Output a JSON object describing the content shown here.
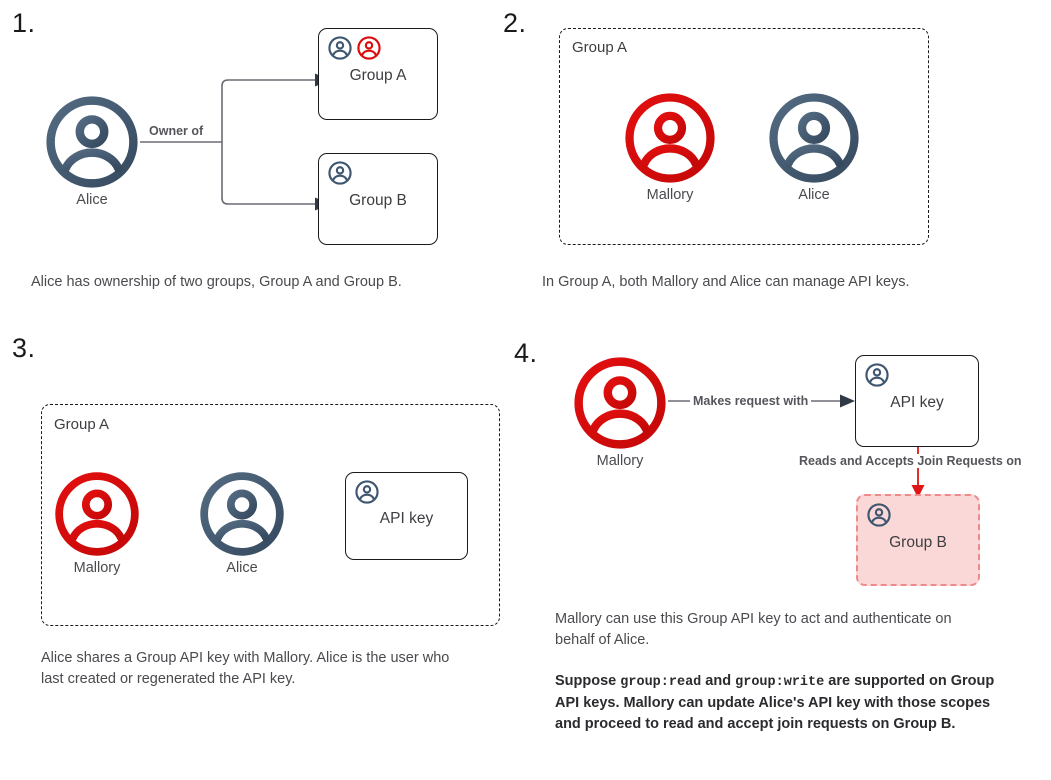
{
  "colors": {
    "red": "#dc0b0b",
    "red_dark": "#c40808",
    "navy": "#4a6178",
    "navy_dark": "#3a4e63",
    "pink_fill": "#fbd8d8",
    "pink_border": "#ef8a8a",
    "box_border": "#1b1b1f",
    "text": "#4a4a4f",
    "arrow": "#6b6b73"
  },
  "panels": [
    {
      "number": "1.",
      "actor": {
        "name": "Alice",
        "color": "navy"
      },
      "edge_label": "Owner of",
      "groups": [
        {
          "title": "Group A",
          "members": [
            "navy",
            "red"
          ]
        },
        {
          "title": "Group B",
          "members": [
            "navy"
          ]
        }
      ],
      "caption": "Alice has ownership of two groups, Group A and Group B."
    },
    {
      "number": "2.",
      "group_label": "Group A",
      "members": [
        {
          "name": "Mallory",
          "color": "red"
        },
        {
          "name": "Alice",
          "color": "navy"
        }
      ],
      "caption": "In Group A, both Mallory and Alice can manage API keys."
    },
    {
      "number": "3.",
      "group_label": "Group A",
      "members": [
        {
          "name": "Mallory",
          "color": "red"
        },
        {
          "name": "Alice",
          "color": "navy"
        }
      ],
      "api_key_box": {
        "title": "API key"
      },
      "caption": "Alice shares a Group API key with Mallory. Alice is the user who last created or regenerated the API key."
    },
    {
      "number": "4.",
      "actor": {
        "name": "Mallory",
        "color": "red"
      },
      "edge_label_1": "Makes request with",
      "api_key_box": {
        "title": "API key"
      },
      "edge_label_2": "Reads and Accepts Join Requests on",
      "target_box": {
        "title": "Group B"
      },
      "caption_1": "Mallory can use this Group API key to act and authenticate on behalf of Alice.",
      "caption_2_parts": [
        {
          "text": "Suppose ",
          "mono": false
        },
        {
          "text": "group:read",
          "mono": true
        },
        {
          "text": " and ",
          "mono": false
        },
        {
          "text": "group:write",
          "mono": true
        },
        {
          "text": " are supported on Group API keys. Mallory can update Alice's API key with those scopes and proceed to read and accept join requests on Group B.",
          "mono": false
        }
      ]
    }
  ]
}
